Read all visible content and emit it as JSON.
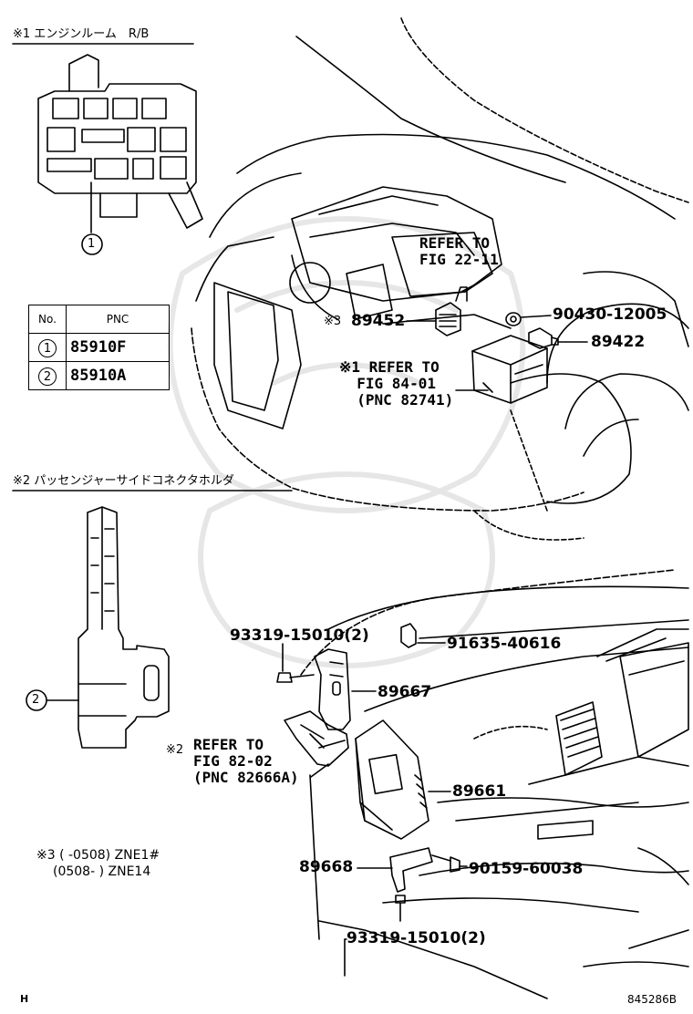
{
  "headers": {
    "engine_room": "※1  エンジンルーム　R/B",
    "passenger_side": "※2  パッセンジャーサイドコネクタホルダ"
  },
  "pnc_table": {
    "col_no": "No.",
    "col_pnc": "PNC",
    "rows": [
      {
        "no": "1",
        "pnc": "85910F"
      },
      {
        "no": "2",
        "pnc": "85910A"
      }
    ]
  },
  "callouts": {
    "ref_1": "1",
    "ref_2": "2"
  },
  "labels": {
    "refer_22": "REFER TO\nFIG 22-11",
    "refer_84": "※1 REFER TO\n  FIG 84-01\n  (PNC 82741)",
    "refer_82": "REFER TO\nFIG 82-02\n(PNC 82666A)",
    "refer_82_mark": "※2",
    "p89452": "89452",
    "p89452_mark": "※3",
    "p90430": "90430-12005",
    "p89422": "89422",
    "p93319a": "93319-15010(2)",
    "p91635": "91635-40616",
    "p89667": "89667",
    "p89661": "89661",
    "p89668": "89668",
    "p90159": "90159-60038",
    "p93319b": "93319-15010(2)"
  },
  "footnote": {
    "line1": "※3 (      -0508) ZNE1#",
    "line2": "(0508-      ) ZNE14"
  },
  "corner": {
    "left": "H",
    "right": "845286B"
  }
}
